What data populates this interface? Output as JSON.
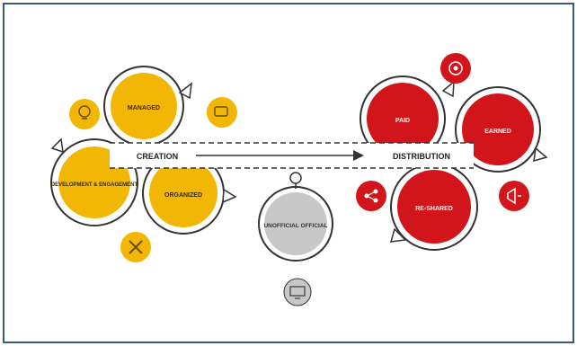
{
  "colors": {
    "yellow": "#f2b705",
    "red": "#d2141b",
    "gray": "#c8c8c8",
    "ring": "#333333",
    "frame": "#3b5a78"
  },
  "flow": {
    "start_label": "CREATION",
    "end_label": "DISTRIBUTION"
  },
  "creation_circles": [
    {
      "label": "MANAGED"
    },
    {
      "label": "ORGANIZED"
    },
    {
      "label": "DEVELOPMENT & ENGAGEMENT"
    }
  ],
  "distribution_circles": [
    {
      "label": "PAID"
    },
    {
      "label": "EARNED"
    },
    {
      "label": "RE-SHARED"
    }
  ],
  "middle_circle": {
    "label": "UNOFFICIAL OFFICIAL"
  },
  "icons": {
    "creation": [
      "lightbulb-icon",
      "chat-icon",
      "tools-icon"
    ],
    "distribution": [
      "target-icon",
      "share-icon",
      "megaphone-icon"
    ],
    "middle": "monitor-icon"
  }
}
